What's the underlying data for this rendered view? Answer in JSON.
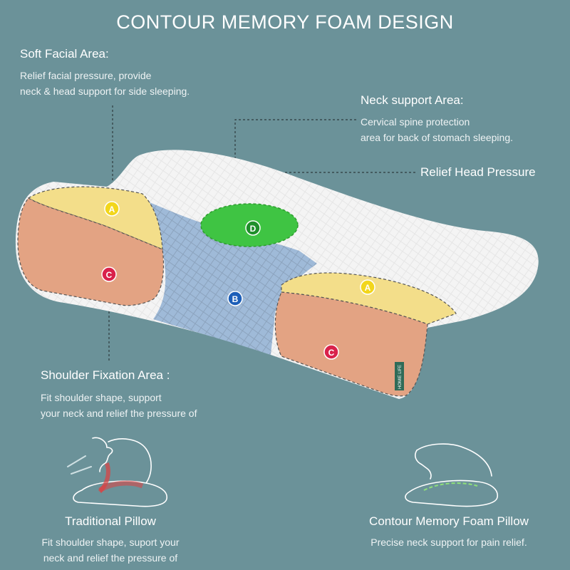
{
  "title": "CONTOUR MEMORY FOAM DESIGN",
  "soft_facial": {
    "title": "Soft Facial Area:",
    "desc_line1": "Relief facial pressure, provide",
    "desc_line2": "neck & head support for side sleeping."
  },
  "neck_support": {
    "title": "Neck support Area:",
    "desc_line1": "Cervical spine protection",
    "desc_line2": "area for back of stomach sleeping."
  },
  "relief_head": {
    "title": "Relief Head Pressure"
  },
  "shoulder": {
    "title": "Shoulder Fixation Area :",
    "desc_line1": "Fit shoulder shape, support",
    "desc_line2": "your neck and relief the pressure of"
  },
  "traditional": {
    "title": "Traditional Pillow",
    "desc_line1": "Fit shoulder shape, suport your",
    "desc_line2": "neck and relief the pressure of"
  },
  "contour": {
    "title": "Contour Memory Foam Pillow",
    "desc": "Precise neck support for pain relief."
  },
  "markers": {
    "a": "A",
    "b": "B",
    "c": "C",
    "d": "D"
  },
  "brand_tag": "HOMIE LIFE",
  "colors": {
    "background": "#6b9299",
    "zone_a": "#f3de8a",
    "zone_b": "#9fbad8",
    "zone_c": "#e3a383",
    "zone_d": "#3fc443",
    "marker_a": "#f2d61c",
    "marker_b": "#1d5fb8",
    "marker_c": "#d9224b",
    "marker_d": "#1f8f2a"
  }
}
